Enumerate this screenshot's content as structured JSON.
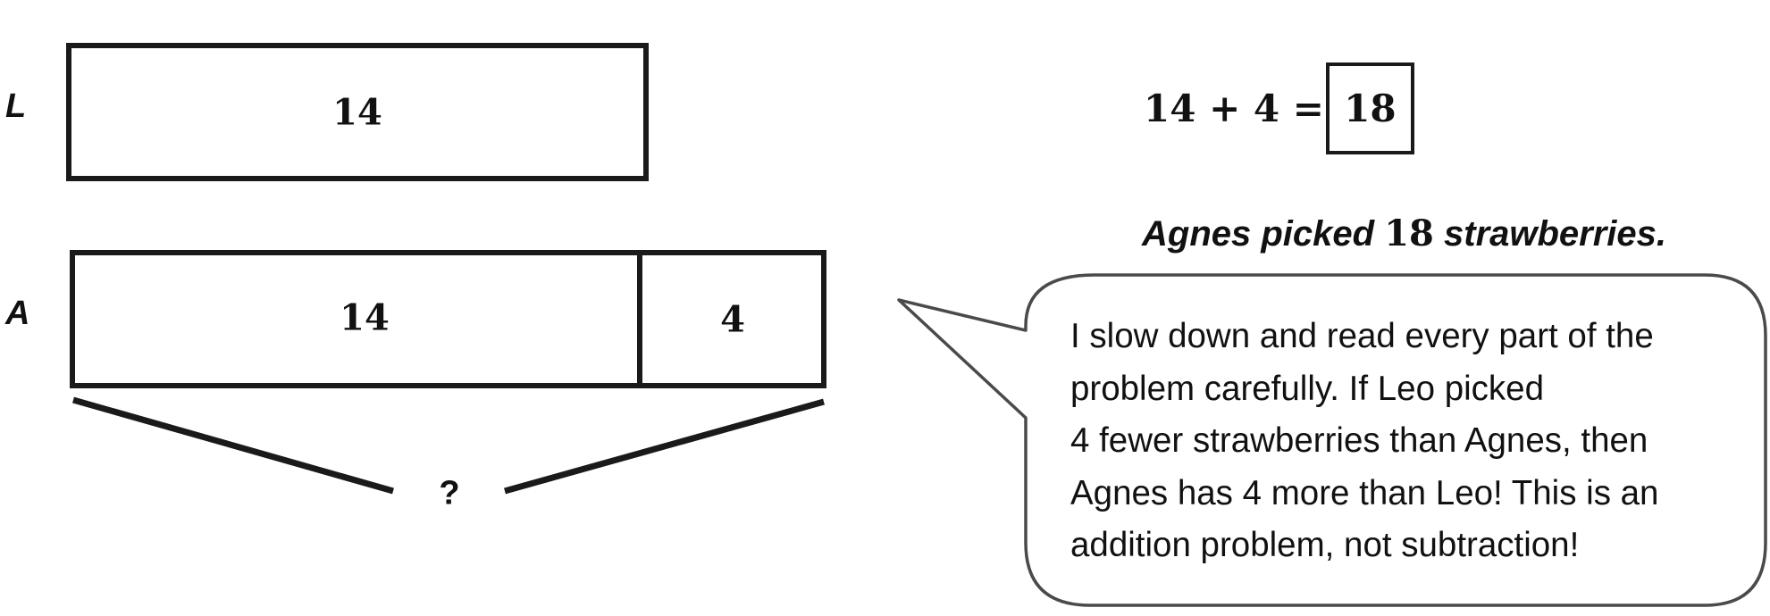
{
  "tape_diagram": {
    "leo": {
      "label": "L",
      "value": "14"
    },
    "agnes": {
      "label": "A",
      "part1": "14",
      "part2": "4"
    },
    "unknown": "?"
  },
  "equation": {
    "left": "14 + 4 =",
    "answer": "18"
  },
  "statement": {
    "prefix": "Agnes picked",
    "number": "18",
    "suffix": "strawberries."
  },
  "speech_bubble": {
    "lines": [
      "I slow down and read every part of the",
      "problem carefully.  If Leo picked",
      "4 fewer strawberries than Agnes, then",
      "Agnes has 4 more than Leo!  This is an",
      "addition problem, not subtraction!"
    ]
  },
  "colors": {
    "stroke": "#1a1a1a",
    "bubble_stroke": "#4a4a4a",
    "background": "#ffffff"
  }
}
